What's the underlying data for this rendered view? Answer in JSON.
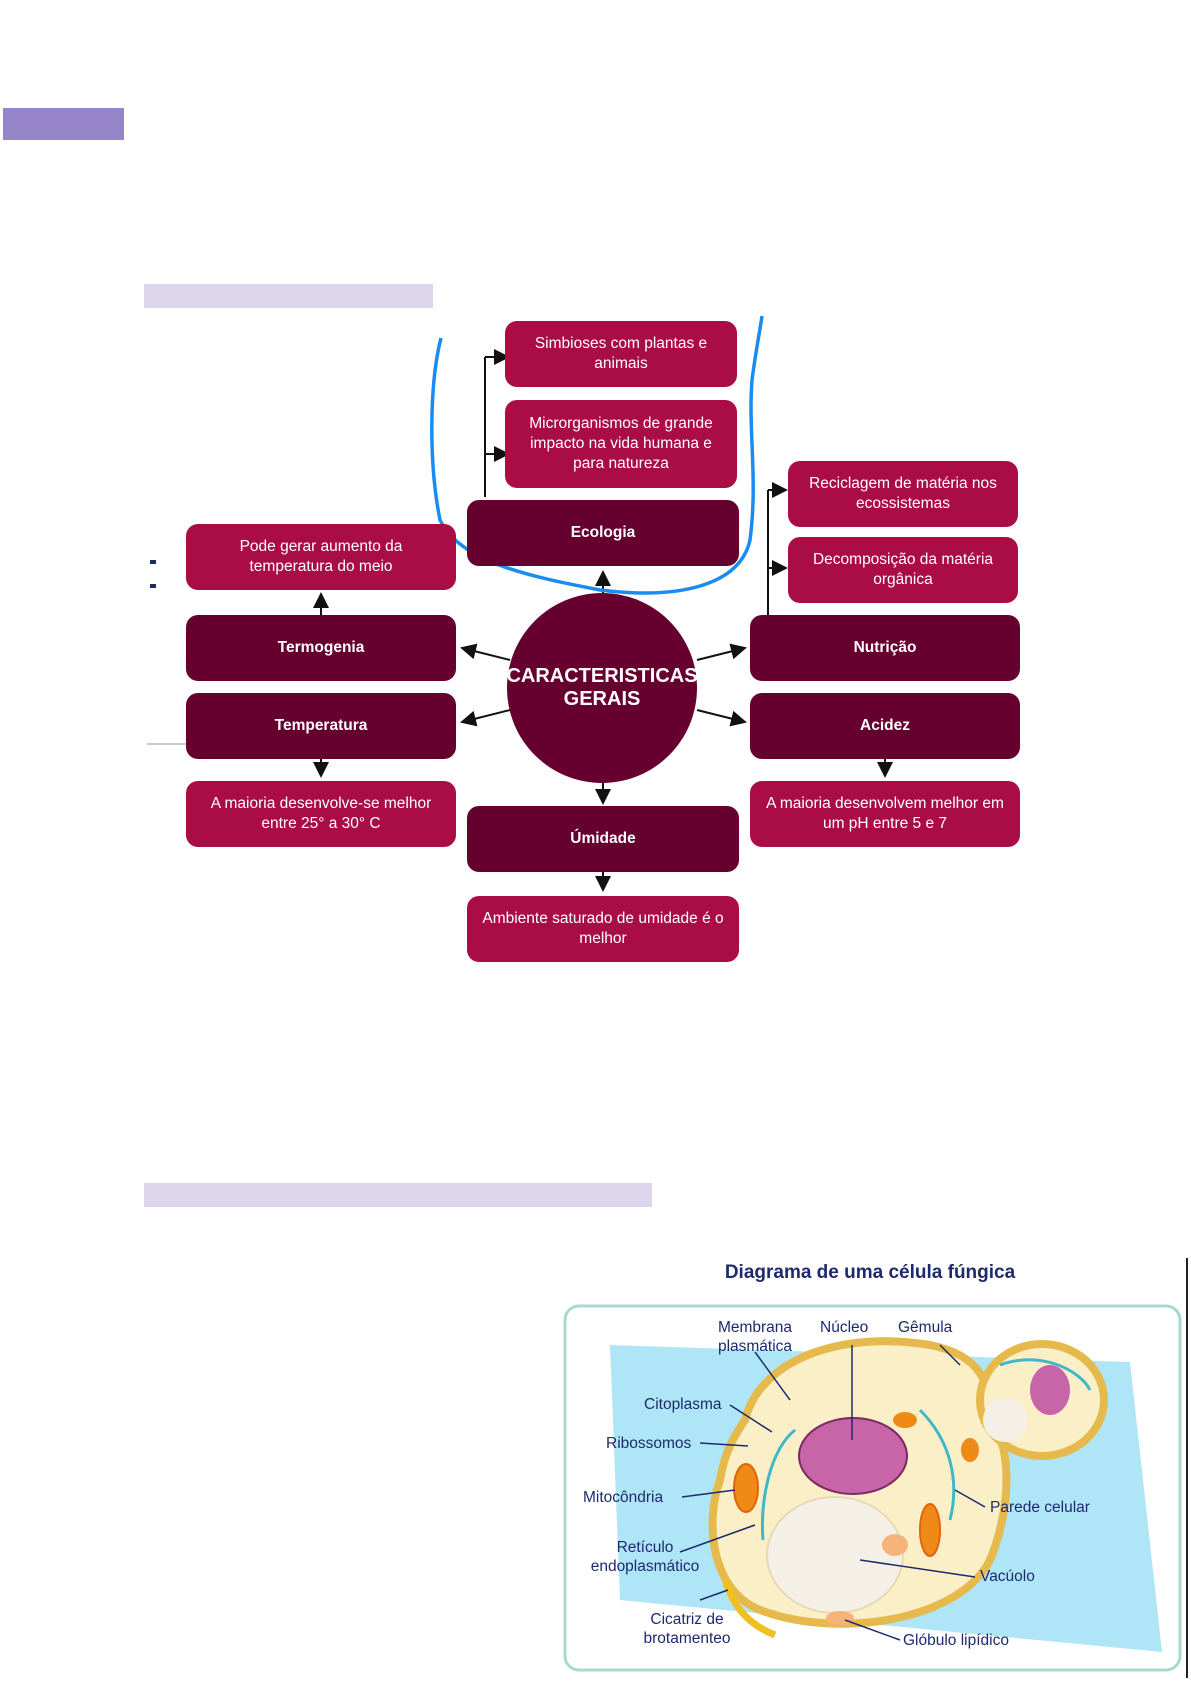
{
  "mindmap": {
    "center": "CARACTERISTICAS GERAIS",
    "ecologia": {
      "title": "Ecologia",
      "items": [
        "Simbioses com plantas e animais",
        "Microrganismos de grande impacto na vida humana e para natureza"
      ]
    },
    "termogenia": {
      "title": "Termogenia",
      "detail": "Pode gerar aumento da temperatura do meio"
    },
    "temperatura": {
      "title": "Temperatura",
      "detail": "A maioria desenvolve-se melhor entre 25° a 30° C"
    },
    "nutricao": {
      "title": "Nutrição",
      "items": [
        "Reciclagem de matéria nos ecossistemas",
        "Decomposição da matéria orgânica"
      ]
    },
    "acidez": {
      "title": "Acidez",
      "detail": "A maioria desenvolvem melhor em um pH entre 5 e 7"
    },
    "umidade": {
      "title": "Úmidade",
      "detail": "Ambiente saturado de umidade é o melhor"
    }
  },
  "cell": {
    "title": "Diagrama de uma célula fúngica",
    "labels": {
      "membrana": "Membrana plasmática",
      "nucleo": "Núcleo",
      "gemula": "Gêmula",
      "citoplasma": "Citoplasma",
      "ribossomos": "Ribossomos",
      "mitocondria": "Mitocôndria",
      "parede": "Parede celular",
      "reticulo": "Retículo endoplasmático",
      "vacuolo": "Vacúolo",
      "cicatriz": "Cicatriz de brotamenteo",
      "globulo": "Glóbulo lipídico"
    }
  },
  "colors": {
    "light_box": "#aa0d45",
    "dark_box": "#66002f",
    "highlight": "#1a8cf0",
    "cell_bg": "#aee6f7"
  }
}
